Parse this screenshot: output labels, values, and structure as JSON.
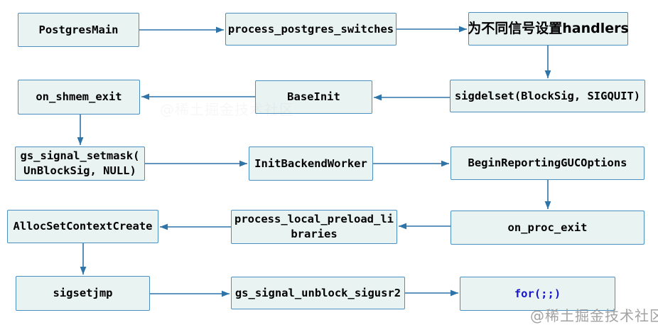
{
  "page": {
    "background": "#ffffff"
  },
  "style": {
    "box_fill": "#e9f3f2",
    "box_border": "#4a90c2",
    "arrow_color": "#2e74a8",
    "text_color": "#000000",
    "loop_text_color": "#1616cc",
    "watermark_color": "#9b9b9b"
  },
  "diagram": {
    "nodes": [
      {
        "id": "postgres-main",
        "label": "PostgresMain"
      },
      {
        "id": "process-postgres-switches",
        "label": "process_postgres_switches"
      },
      {
        "id": "signal-handlers",
        "label": "为不同信号设置handlers"
      },
      {
        "id": "on-shmem-exit",
        "label": "on_shmem_exit"
      },
      {
        "id": "base-init",
        "label": "BaseInit"
      },
      {
        "id": "sigdelset",
        "label": "sigdelset(BlockSig, SIGQUIT)"
      },
      {
        "id": "gs-signal-setmask",
        "label": "gs_signal_setmask(\nUnBlockSig, NULL)"
      },
      {
        "id": "init-backend-worker",
        "label": "InitBackendWorker"
      },
      {
        "id": "begin-reporting-guc-options",
        "label": "BeginReportingGUCOptions"
      },
      {
        "id": "alloc-set-context-create",
        "label": "AllocSetContextCreate"
      },
      {
        "id": "process-local-preload-libraries",
        "label": "process_local_preload_li\nbraries"
      },
      {
        "id": "on-proc-exit",
        "label": "on_proc_exit"
      },
      {
        "id": "sigsetjmp",
        "label": "sigsetjmp"
      },
      {
        "id": "gs-signal-unblock-sigusr2",
        "label": "gs_signal_unblock_sigusr2"
      },
      {
        "id": "for-loop",
        "label": "for(;;)"
      }
    ],
    "edges": [
      {
        "from": "postgres-main",
        "to": "process-postgres-switches"
      },
      {
        "from": "process-postgres-switches",
        "to": "signal-handlers"
      },
      {
        "from": "signal-handlers",
        "to": "sigdelset"
      },
      {
        "from": "sigdelset",
        "to": "base-init"
      },
      {
        "from": "base-init",
        "to": "on-shmem-exit"
      },
      {
        "from": "on-shmem-exit",
        "to": "gs-signal-setmask"
      },
      {
        "from": "gs-signal-setmask",
        "to": "init-backend-worker"
      },
      {
        "from": "init-backend-worker",
        "to": "begin-reporting-guc-options"
      },
      {
        "from": "begin-reporting-guc-options",
        "to": "on-proc-exit"
      },
      {
        "from": "on-proc-exit",
        "to": "process-local-preload-libraries"
      },
      {
        "from": "process-local-preload-libraries",
        "to": "alloc-set-context-create"
      },
      {
        "from": "alloc-set-context-create",
        "to": "sigsetjmp"
      },
      {
        "from": "sigsetjmp",
        "to": "gs-signal-unblock-sigusr2"
      },
      {
        "from": "gs-signal-unblock-sigusr2",
        "to": "for-loop"
      }
    ]
  },
  "watermark": {
    "text": "@稀土掘金技术社区"
  },
  "ghost_watermark": {
    "text": "@稀土掘金技术社区"
  }
}
